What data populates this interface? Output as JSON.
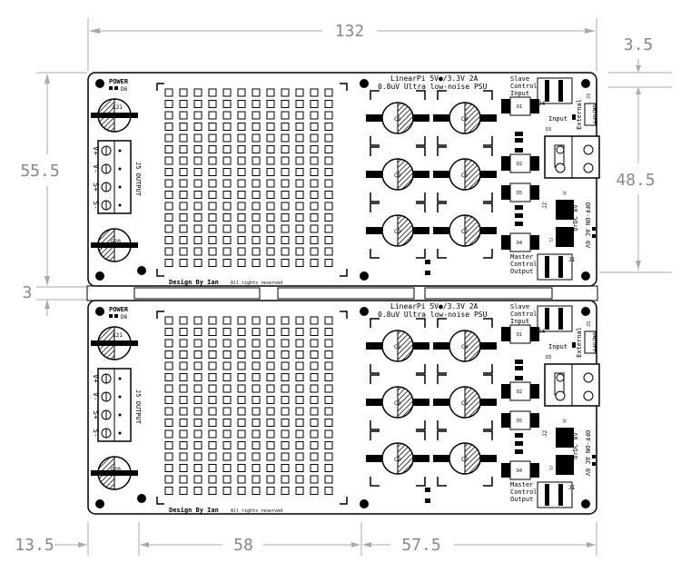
{
  "dimensions": {
    "width_total": "132",
    "top_margin": "3.5",
    "height_total": "55.5",
    "height_inner": "48.5",
    "gap": "3",
    "left_offset": "13.5",
    "proto_width": "58",
    "power_width": "57.5"
  },
  "board": {
    "title_line1": "LinearPi 5V●/3.3V 2A",
    "title_line2": "0.8uV Ultra low-noise PSU",
    "power_label": "POWER",
    "power_led": "D6",
    "cap_top_left": "C21",
    "cap_bottom_left": "C20",
    "connector_label": "J5 OUTPUT",
    "pins": [
      "V+",
      "V-",
      "S+",
      "S-"
    ],
    "credit": "Design By Ian",
    "rights": "All rights reserved",
    "slave_label": [
      "Slave",
      "Control",
      "Input"
    ],
    "master_label": [
      "Master",
      "Control",
      "Output"
    ],
    "j4": "J4",
    "j1": "J1",
    "j2": "J2",
    "j3": "J3",
    "j6": "J6",
    "f1": "F1",
    "diodes": [
      "D1",
      "D2",
      "D3",
      "D4",
      "D5"
    ],
    "external": "External",
    "input_label": "Input",
    "onoff": "ON/OFF",
    "dc_label": "orDC 8V",
    "ac_label": "OFF-ON AC 6V",
    "caps": [
      "C6",
      "C4",
      "C8",
      "C5",
      "C9",
      "C7"
    ]
  }
}
